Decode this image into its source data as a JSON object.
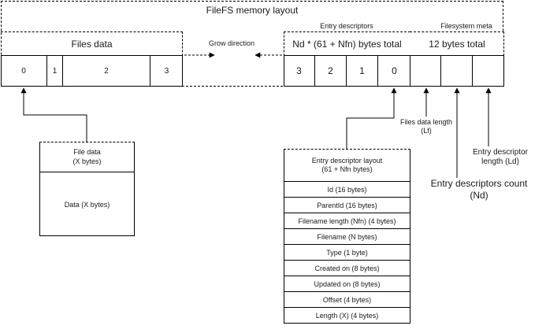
{
  "title": "FileFS memory layout",
  "files_data": {
    "header": "Files data",
    "cells": [
      "0",
      "1",
      "2",
      "3"
    ]
  },
  "grow_direction": "Grow direction",
  "entry_descriptors": {
    "section_label": "Entry descriptors",
    "header": "Nd * (61 + Nfn) bytes total",
    "cells": [
      "3",
      "2",
      "1",
      "0"
    ]
  },
  "filesystem_meta": {
    "section_label": "Filesystem meta",
    "header": "12 bytes total"
  },
  "annotations": {
    "files_data_length": "Files data length\n(Lf)",
    "entry_descriptor_length": "Entry descriptor\nlength (Ld)",
    "entry_descriptors_count": "Entry descriptors count\n(Nd)"
  },
  "file_data_box": {
    "header": "File data\n(X bytes)",
    "body": "Data (X bytes)"
  },
  "entry_layout": {
    "header": "Entry descriptor layout\n(61 + Nfn bytes)",
    "fields": [
      "Id (16 bytes)",
      "ParentId (16 bytes)",
      "Filename length (Nfn) (4 bytes)",
      "Filename (N bytes)",
      "Type (1 byte)",
      "Created on (8 bytes)",
      "Updated on (8 bytes)",
      "Offset (4 bytes)",
      "Length (X) (4 bytes)"
    ]
  }
}
